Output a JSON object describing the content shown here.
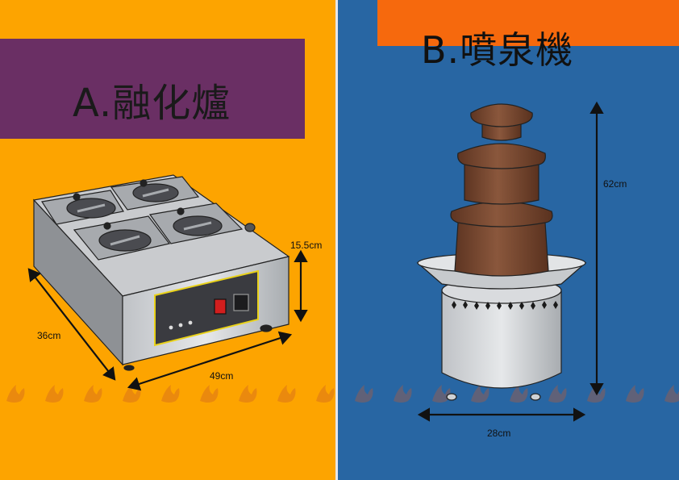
{
  "colors": {
    "left_bg": "#FDA400",
    "right_bg": "#2866A3",
    "title_a_bg": "#6A2F64",
    "title_b_bg": "#F6690D",
    "chocolate": "#7A4A33"
  },
  "panel_a": {
    "title": "A.融化爐",
    "height_label": "15.5cm",
    "depth_label": "36cm",
    "width_label": "49cm"
  },
  "panel_b": {
    "title": "B.噴泉機",
    "height_label": "62cm",
    "width_label": "28cm"
  },
  "watermark": {
    "icon": "flame-logo-icon"
  }
}
